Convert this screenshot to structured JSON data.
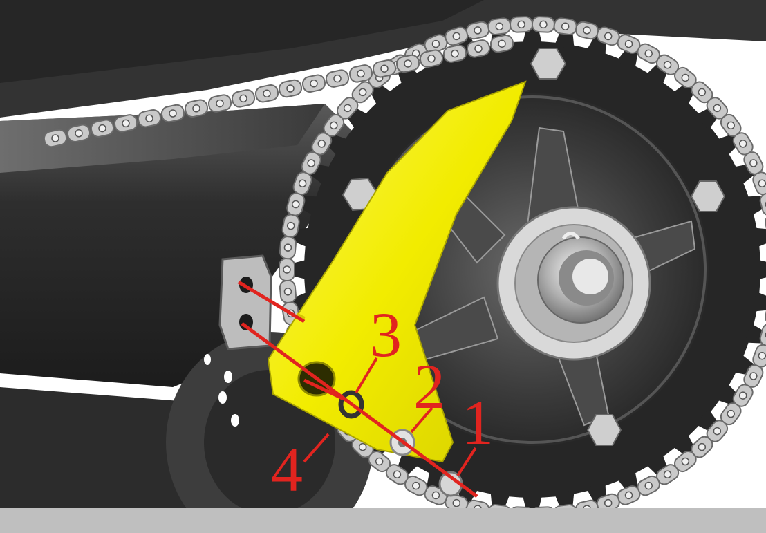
{
  "colors": {
    "background": "#ffffff",
    "swingarm": "#2a2a2a",
    "sprocket": "#262626",
    "hub": "#3a3a3a",
    "chain": "#c9c9c9",
    "guard": "#f2ec00",
    "callout": "#e1241f",
    "bolt": "#d0d0d0"
  },
  "callouts": [
    {
      "id": "1",
      "label": "1",
      "part": "bolt"
    },
    {
      "id": "2",
      "label": "2",
      "part": "washer"
    },
    {
      "id": "3",
      "label": "3",
      "part": "spacer"
    },
    {
      "id": "4",
      "label": "4",
      "part": "chain-guard"
    }
  ]
}
